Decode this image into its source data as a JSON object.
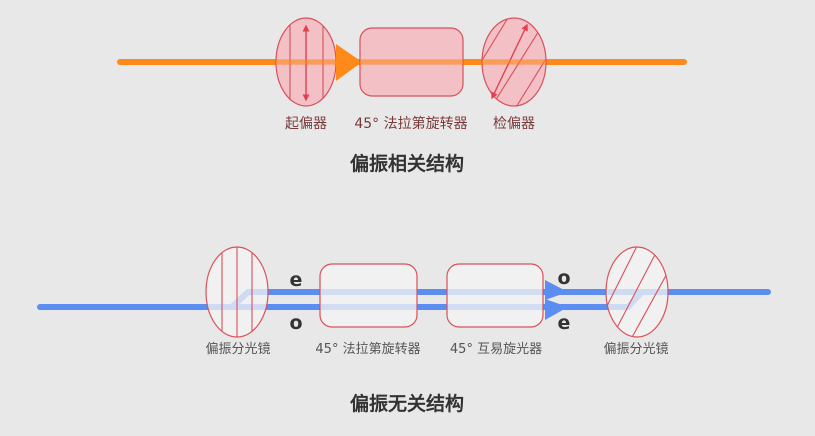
{
  "colors": {
    "background": "#e8e8e8",
    "orange_beam": "#ff8a1a",
    "blue_beam": "#5b8ef0",
    "blue_beam_light": "#a9c4f7",
    "crystal_stroke": "#d9515b",
    "crystal_fill_pink": "#f5b8bf",
    "crystal_fill_white": "#f4f4f4"
  },
  "top_section": {
    "title": "偏振相关结构",
    "components": [
      {
        "name": "polarizer",
        "label": "起偏器",
        "icon": "vertical-polarizer-icon"
      },
      {
        "name": "faraday-rotator",
        "label": "45° 法拉第旋转器",
        "icon": "rotator-block-icon"
      },
      {
        "name": "analyzer",
        "label": "检偏器",
        "icon": "diagonal-polarizer-icon"
      }
    ]
  },
  "bottom_section": {
    "title": "偏振无关结构",
    "components": [
      {
        "name": "left-beam-splitter",
        "label": "偏振分光镜"
      },
      {
        "name": "faraday-rotator",
        "label": "45° 法拉第旋转器"
      },
      {
        "name": "reciprocal-rotator",
        "label": "45°  互易旋光器"
      },
      {
        "name": "right-beam-splitter",
        "label": "偏振分光镜"
      }
    ],
    "beam_labels": {
      "left_upper": "e",
      "left_lower": "o",
      "right_upper": "o",
      "right_lower": "e"
    }
  }
}
